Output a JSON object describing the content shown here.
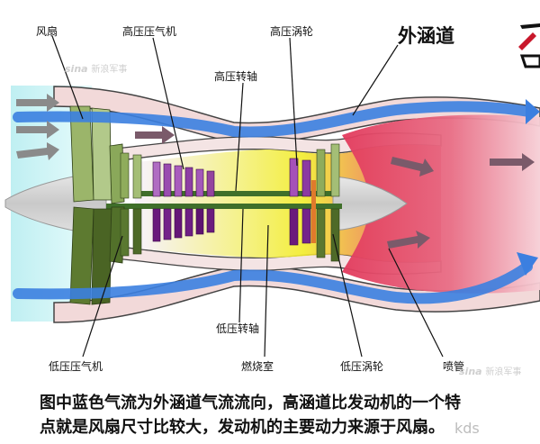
{
  "labels": {
    "fan": "风扇",
    "hp_compressor": "高压压气机",
    "hp_turbine": "高压涡轮",
    "bypass_duct": "外涵道",
    "hp_shaft": "高压转轴",
    "lp_shaft": "低压转轴",
    "lp_compressor": "低压压气机",
    "combustor": "燃烧室",
    "lp_turbine": "低压涡轮",
    "nozzle": "喷管"
  },
  "watermarks": {
    "brand": "sina",
    "brand_cn": "新浪军事",
    "brand_lower": "sina",
    "brand_lower_cn": "新浪军事",
    "corner": "kds"
  },
  "caption": {
    "line1": "图中蓝色气流为外涵道气流流向，高涵道比发动机的一个特",
    "line2": "点就是风扇尺寸比较大，发动机的主要动力来源于风扇。"
  },
  "colors": {
    "bypass_flow": "#3b7fe0",
    "core_exhaust": "#e8345a",
    "combustor_glow": "#f4e61a",
    "fan_blades": "#5b7a2e",
    "hp_compressor_blades": "#7a1f8c",
    "casing": "#f2dada"
  }
}
